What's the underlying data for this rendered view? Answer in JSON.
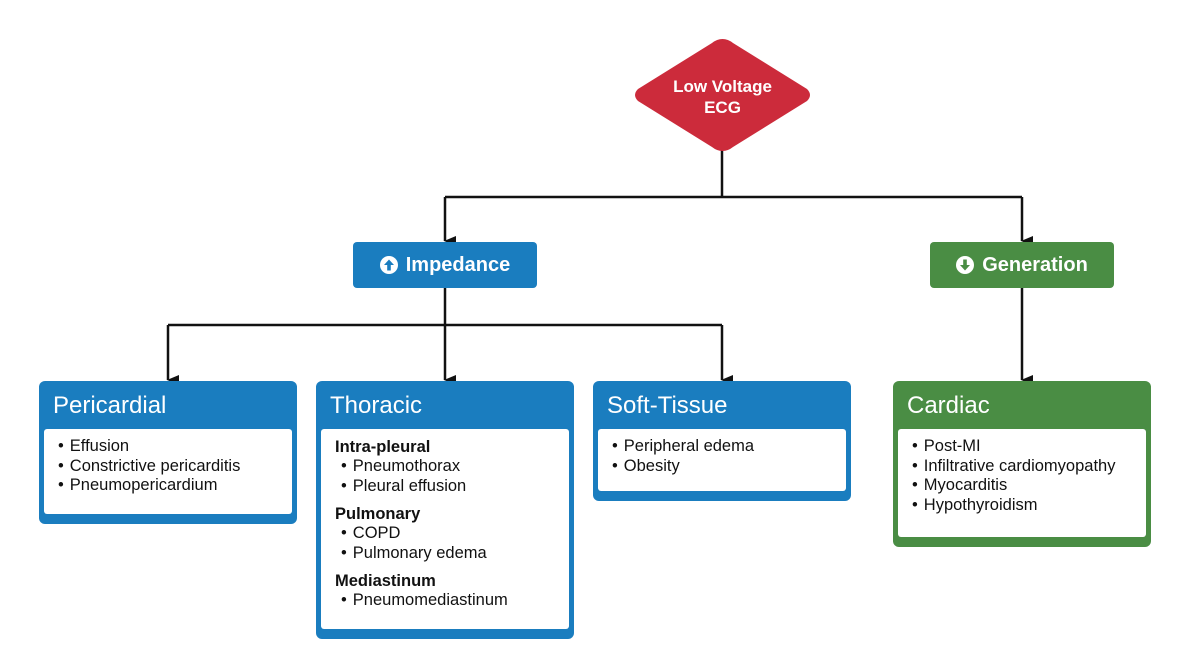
{
  "root": {
    "line1": "Low Voltage",
    "line2": "ECG",
    "color": "#cc2b3b"
  },
  "branches": {
    "impedance": {
      "label": "Impedance",
      "icon": "arrow-up-circle-icon",
      "color": "#1a7dbf"
    },
    "generation": {
      "label": "Generation",
      "icon": "arrow-down-circle-icon",
      "color": "#4a8d44"
    }
  },
  "cards": {
    "pericardial": {
      "title": "Pericardial",
      "items": [
        "Effusion",
        "Constrictive pericarditis",
        "Pneumopericardium"
      ]
    },
    "thoracic": {
      "title": "Thoracic",
      "groups": [
        {
          "heading": "Intra-pleural",
          "items": [
            "Pneumothorax",
            "Pleural effusion"
          ]
        },
        {
          "heading": "Pulmonary",
          "items": [
            "COPD",
            "Pulmonary edema"
          ]
        },
        {
          "heading": "Mediastinum",
          "items": [
            "Pneumomediastinum"
          ]
        }
      ]
    },
    "soft_tissue": {
      "title": "Soft-Tissue",
      "items": [
        "Peripheral edema",
        "Obesity"
      ]
    },
    "cardiac": {
      "title": "Cardiac",
      "items": [
        "Post-MI",
        "Infiltrative cardiomyopathy",
        "Myocarditis",
        "Hypothyroidism"
      ]
    }
  }
}
